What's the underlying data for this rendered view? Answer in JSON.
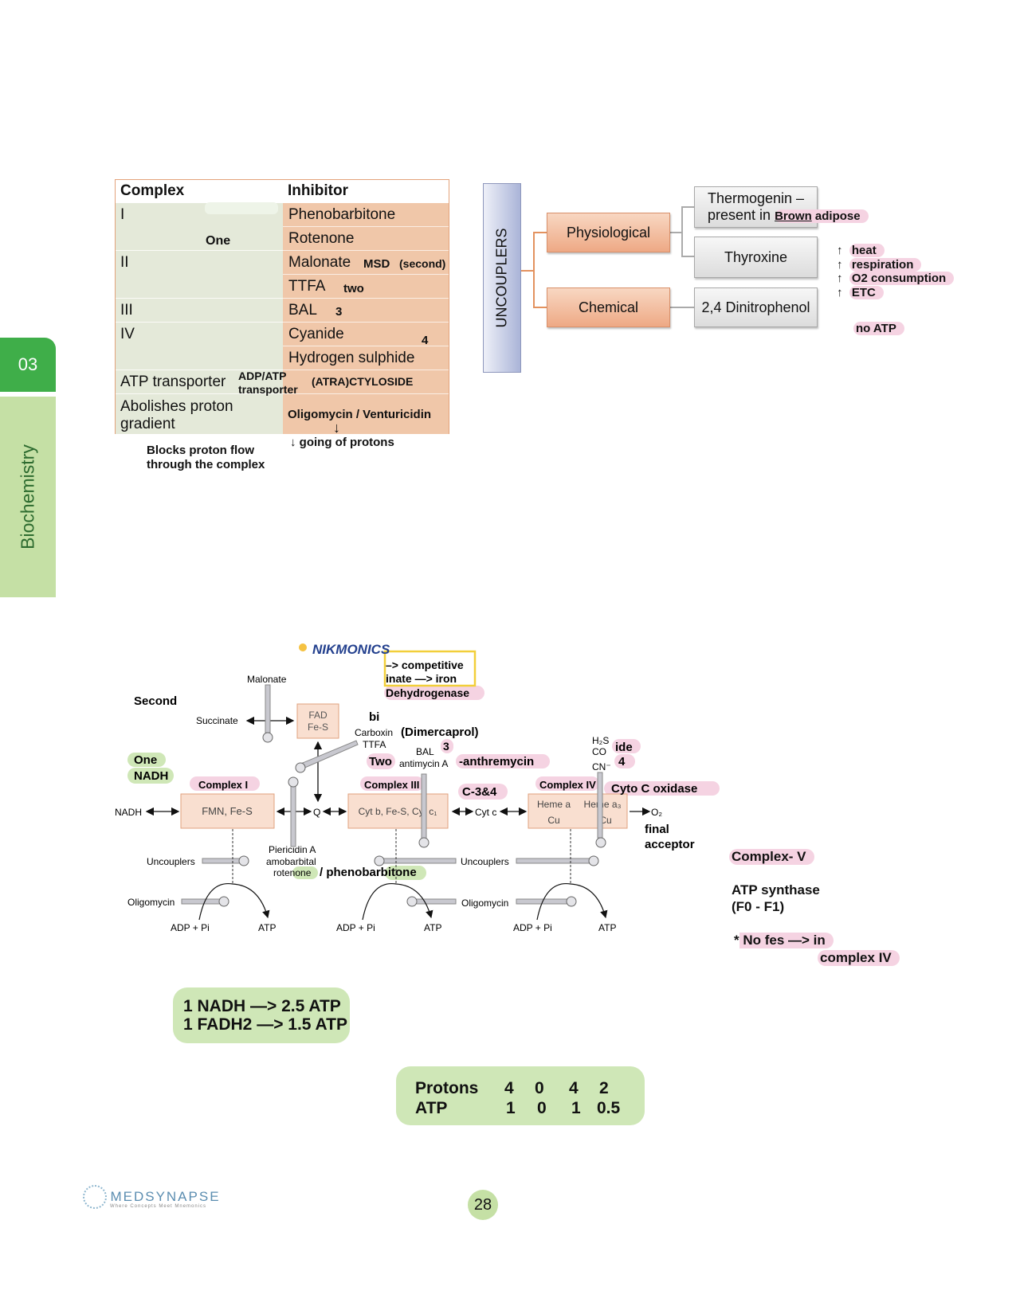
{
  "side_tab": {
    "chapter": "03",
    "subject": "Biochemistry"
  },
  "inhibitor_table": {
    "headers": [
      "Complex",
      "Inhibitor"
    ],
    "complex_labels": [
      "I",
      "II",
      "III",
      "IV",
      "ATP transporter",
      "Abolishes proton",
      "gradient"
    ],
    "inhibitors": [
      "Phenobarbitone",
      "Rotenone",
      "Malonate",
      "TTFA",
      "BAL",
      "Cyanide",
      "Hydrogen sulphide",
      "(ATRA)CTYLOSIDE",
      "Oligomycin / Venturicidin"
    ],
    "annotations": {
      "one": "One",
      "msd": "MSD",
      "second": "(second)",
      "two": "two",
      "three": "3",
      "four": "4",
      "adp_atp": "ADP/ATP",
      "transporter": "transporter",
      "arrow": "↓",
      "going": "↓ going of protons",
      "blocks1": "Blocks proton flow",
      "blocks2": "through the complex"
    }
  },
  "uncouplers": {
    "title": "UNCOUPLERS",
    "physiological": "Physiological",
    "chemical": "Chemical",
    "thermogenin1": "Thermogenin –",
    "thermogenin2a": "present in ",
    "thermogenin2b": "Brown",
    "thermogenin2c": " adipose",
    "thyroxine": "Thyroxine",
    "dnp": "2,4 Dinitrophenol",
    "effects": [
      "heat",
      "respiration",
      "O2 consumption",
      "ETC"
    ],
    "up_arrow": "↑",
    "no_atp": "no ATP"
  },
  "diagram": {
    "logo": "NIKMONICS",
    "note1": "–> competitive",
    "note2": "inate —> iron",
    "note3": "Dehydrogenase",
    "second": "Second",
    "malonate": "Malonate",
    "succinate": "Succinate",
    "fad": "FAD",
    "fes": "Fe-S",
    "bi": "bi",
    "carboxin": "Carboxin",
    "dimercaprol": "(Dimercaprol)",
    "ttfa": "TTFA",
    "bal": "BAL",
    "three": "3",
    "two": "Two",
    "antimycin": "antimycin A",
    "anthremycin": "-anthremycin",
    "h2s": "H₂S",
    "co": "CO",
    "cn": "CN⁻",
    "ide": "ide",
    "four": "4",
    "one": "One",
    "nadh_note": "NADH",
    "complex1": "Complex I",
    "complex3": "Complex III",
    "complex4": "Complex IV",
    "c34": "C-3&4",
    "cyto_oxidase": "Cyto C oxidase",
    "nadh": "NADH",
    "fmn": "FMN, Fe-S",
    "q": "Q",
    "cyt_b": "Cyt b, Fe-S, Cyt c₁",
    "cyt_c": "Cyt c",
    "heme_a": "Heme a",
    "heme_a3": "Heme a₃",
    "cu": "Cu",
    "o2": "O₂",
    "final": "final",
    "acceptor": "acceptor",
    "piericidin": "Piericidin A",
    "amobarbital": "amobarbital",
    "rotenone": "rotenone",
    "phenobarbitone": "/ phenobarbitone",
    "uncouplers": "Uncouplers",
    "oligomycin": "Oligomycin",
    "adp_pi": "ADP + Pi",
    "atp": "ATP"
  },
  "complex_v": {
    "title": "Complex- V",
    "line1": "ATP synthase",
    "line2": "(F0 - F1)",
    "note1": "* No fes —> in",
    "note2": "complex IV"
  },
  "yield_box": {
    "line1": "1 NADH —> 2.5 ATP",
    "line2": "1 FADH2 —> 1.5 ATP"
  },
  "protons_table": {
    "rows": [
      {
        "label": "Protons",
        "values": [
          "4",
          "0",
          "4",
          "2"
        ]
      },
      {
        "label": "ATP",
        "values": [
          "1",
          "0",
          "1",
          "0.5"
        ]
      }
    ]
  },
  "footer": {
    "brand": "MEDSYNAPSE",
    "tagline": "Where Concepts Meet Mnemonics",
    "page": "28"
  },
  "colors": {
    "chapter_green": "#3fae49",
    "table_peach": "#f0c7a9",
    "table_green": "#e4e9d9",
    "highlight_pink": "#f5d3e2",
    "highlight_green": "#cfe7b7"
  }
}
